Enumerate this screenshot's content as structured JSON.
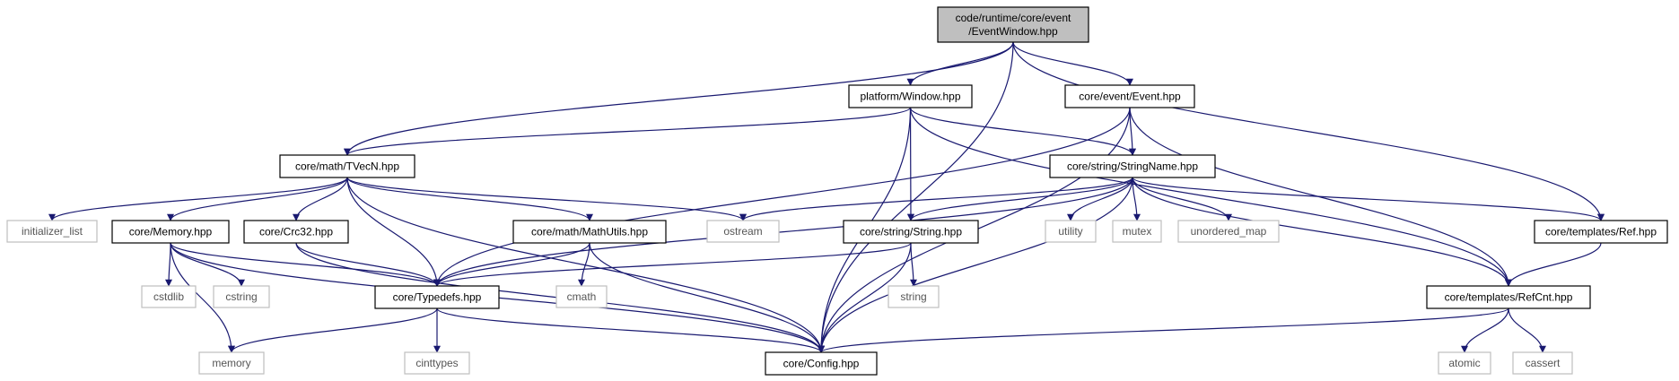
{
  "diagram": {
    "nodes": [
      {
        "id": "root",
        "kind": "root",
        "lines": [
          "code/runtime/core/event",
          "/EventWindow.hpp"
        ]
      },
      {
        "id": "window",
        "kind": "file",
        "lines": [
          "platform/Window.hpp"
        ]
      },
      {
        "id": "event",
        "kind": "file",
        "lines": [
          "core/event/Event.hpp"
        ]
      },
      {
        "id": "tvecn",
        "kind": "file",
        "lines": [
          "core/math/TVecN.hpp"
        ]
      },
      {
        "id": "stringname",
        "kind": "file",
        "lines": [
          "core/string/StringName.hpp"
        ]
      },
      {
        "id": "initlist",
        "kind": "system",
        "lines": [
          "initializer_list"
        ]
      },
      {
        "id": "memory_hpp",
        "kind": "file",
        "lines": [
          "core/Memory.hpp"
        ]
      },
      {
        "id": "crc32",
        "kind": "file",
        "lines": [
          "core/Crc32.hpp"
        ]
      },
      {
        "id": "mathutils",
        "kind": "file",
        "lines": [
          "core/math/MathUtils.hpp"
        ]
      },
      {
        "id": "ostream",
        "kind": "system",
        "lines": [
          "ostream"
        ]
      },
      {
        "id": "string_hpp",
        "kind": "file",
        "lines": [
          "core/string/String.hpp"
        ]
      },
      {
        "id": "utility",
        "kind": "system",
        "lines": [
          "utility"
        ]
      },
      {
        "id": "mutex",
        "kind": "system",
        "lines": [
          "mutex"
        ]
      },
      {
        "id": "unordered_map",
        "kind": "system",
        "lines": [
          "unordered_map"
        ]
      },
      {
        "id": "ref",
        "kind": "file",
        "lines": [
          "core/templates/Ref.hpp"
        ]
      },
      {
        "id": "cstdlib",
        "kind": "system",
        "lines": [
          "cstdlib"
        ]
      },
      {
        "id": "cstring",
        "kind": "system",
        "lines": [
          "cstring"
        ]
      },
      {
        "id": "typedefs",
        "kind": "file",
        "lines": [
          "core/Typedefs.hpp"
        ]
      },
      {
        "id": "cmath",
        "kind": "system",
        "lines": [
          "cmath"
        ]
      },
      {
        "id": "string",
        "kind": "system",
        "lines": [
          "string"
        ]
      },
      {
        "id": "refcnt",
        "kind": "file",
        "lines": [
          "core/templates/RefCnt.hpp"
        ]
      },
      {
        "id": "memory",
        "kind": "system",
        "lines": [
          "memory"
        ]
      },
      {
        "id": "cinttypes",
        "kind": "system",
        "lines": [
          "cinttypes"
        ]
      },
      {
        "id": "config",
        "kind": "file",
        "lines": [
          "core/Config.hpp"
        ]
      },
      {
        "id": "atomic",
        "kind": "system",
        "lines": [
          "atomic"
        ]
      },
      {
        "id": "cassert",
        "kind": "system",
        "lines": [
          "cassert"
        ]
      }
    ],
    "edges": [
      [
        "root",
        "window"
      ],
      [
        "root",
        "event"
      ],
      [
        "root",
        "tvecn"
      ],
      [
        "root",
        "config"
      ],
      [
        "root",
        "ref"
      ],
      [
        "window",
        "tvecn"
      ],
      [
        "window",
        "stringname"
      ],
      [
        "window",
        "string_hpp"
      ],
      [
        "window",
        "config"
      ],
      [
        "window",
        "refcnt"
      ],
      [
        "event",
        "stringname"
      ],
      [
        "event",
        "typedefs"
      ],
      [
        "event",
        "config"
      ],
      [
        "event",
        "refcnt"
      ],
      [
        "tvecn",
        "initlist"
      ],
      [
        "tvecn",
        "memory_hpp"
      ],
      [
        "tvecn",
        "crc32"
      ],
      [
        "tvecn",
        "mathutils"
      ],
      [
        "tvecn",
        "ostream"
      ],
      [
        "tvecn",
        "typedefs"
      ],
      [
        "tvecn",
        "config"
      ],
      [
        "stringname",
        "ostream"
      ],
      [
        "stringname",
        "string_hpp"
      ],
      [
        "stringname",
        "utility"
      ],
      [
        "stringname",
        "mutex"
      ],
      [
        "stringname",
        "unordered_map"
      ],
      [
        "stringname",
        "ref"
      ],
      [
        "stringname",
        "typedefs"
      ],
      [
        "stringname",
        "refcnt"
      ],
      [
        "stringname",
        "config"
      ],
      [
        "memory_hpp",
        "cstdlib"
      ],
      [
        "memory_hpp",
        "cstring"
      ],
      [
        "memory_hpp",
        "typedefs"
      ],
      [
        "memory_hpp",
        "memory"
      ],
      [
        "memory_hpp",
        "config"
      ],
      [
        "crc32",
        "typedefs"
      ],
      [
        "crc32",
        "config"
      ],
      [
        "mathutils",
        "typedefs"
      ],
      [
        "mathutils",
        "cmath"
      ],
      [
        "mathutils",
        "config"
      ],
      [
        "string_hpp",
        "typedefs"
      ],
      [
        "string_hpp",
        "string"
      ],
      [
        "string_hpp",
        "config"
      ],
      [
        "ref",
        "refcnt"
      ],
      [
        "typedefs",
        "memory"
      ],
      [
        "typedefs",
        "cinttypes"
      ],
      [
        "typedefs",
        "config"
      ],
      [
        "refcnt",
        "atomic"
      ],
      [
        "refcnt",
        "cassert"
      ],
      [
        "refcnt",
        "config"
      ]
    ],
    "colors": {
      "edge": "#191970",
      "root_fill": "#bfbfbf",
      "system_border": "#bfbfbf",
      "node_border": "#000000"
    }
  }
}
